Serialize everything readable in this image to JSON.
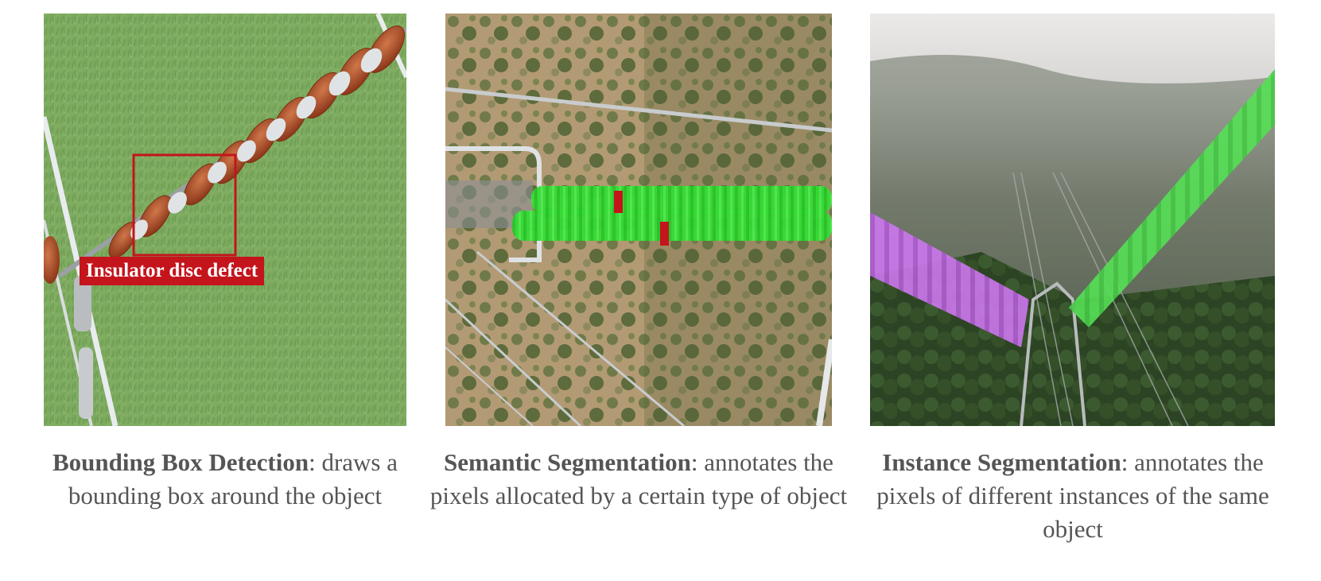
{
  "panels": [
    {
      "id": "bounding-box",
      "label": "Insulator disc defect",
      "caption_title": "Bounding Box Detection",
      "caption_text": ": draws a bounding box around the object"
    },
    {
      "id": "semantic",
      "caption_title": "Semantic Segmentation",
      "caption_text": ": annotates the pixels allocated by a certain type of object"
    },
    {
      "id": "instance",
      "caption_title": "Instance Segmentation",
      "caption_text": ": annotates the pixels of different instances of the same object"
    }
  ],
  "colors": {
    "bbox": "#c4141c",
    "semantic_mask": "#33dd33",
    "instance_green": "#55e055",
    "instance_purple": "#cc77ee",
    "caption_text": "#555555"
  }
}
